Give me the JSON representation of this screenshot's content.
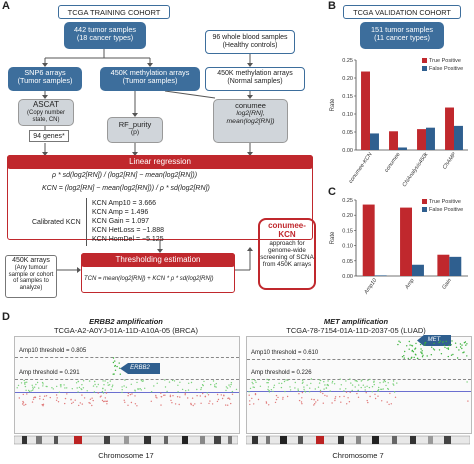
{
  "panels": {
    "A": "A",
    "B": "B",
    "C": "C",
    "D": "D"
  },
  "training": {
    "title": "TCGA TRAINING COHORT",
    "tumor_samples": "442 tumor samples",
    "cancer_types": "(18 cancer types)",
    "blood_samples": "96 whole blood samples",
    "healthy": "(Healthy controls)",
    "snp6": "SNP6 arrays",
    "snp6_sub": "(Tumor samples)",
    "meth450": "450K methylation arrays",
    "meth450_sub": "(Tumor samples)",
    "meth450n": "450K methylation arrays",
    "meth450n_sub": "(Normal samples)",
    "ascat": "ASCAT",
    "ascat_sub": "(Copy number state, CN)",
    "genes": "94 genes*",
    "rf": "RF_purity",
    "rf_sub": "(p)",
    "conumee": "conumee",
    "conumee_f1": "log2[RN],",
    "conumee_f2": "mean(log2[RN])",
    "lr_title": "Linear regression",
    "lr_eq1": "ρ * sd(log2[RN]) / (log2[RN] − mean(log2[RN]))",
    "lr_eq2": "KCN = (log2[RN] − mean(log2[RN])) / ρ * sd(log2[RN])",
    "calibrated": "Calibrated KCN",
    "k_amp10": "KCN Amp10 = 3.666",
    "k_amp": "KCN Amp = 1.496",
    "k_gain": "KCN Gain = 1.097",
    "k_hetloss": "KCN HetLoss = −1.888",
    "k_homdel": "KCN HomDel = −5.125",
    "arrays450": "450K arrays",
    "arrays450_sub": "(Any tumour sample or cohort of samples to analyze)",
    "thr_title": "Thresholding estimation",
    "thr_eq": "TCN = mean(log2[RN]) + KCN * ρ * sd(log2[RN])",
    "conumeek": "conumee-KCN",
    "conumeek_sub": "approach for genome-wide screening of SCNA from 450K arrays"
  },
  "validation": {
    "title": "TCGA VALIDATION COHORT",
    "tumor": "151 tumor samples",
    "types": "(11 cancer types)"
  },
  "chart_data": [
    {
      "type": "bar",
      "panel": "B",
      "ylabel": "Rate",
      "ylim": [
        0,
        0.25
      ],
      "yticks": [
        "0.00",
        "0.05",
        "0.10",
        "0.15",
        "0.20",
        "0.25"
      ],
      "categories": [
        "conumee-KCN",
        "conumee",
        "CNAnalysis450k",
        "ChAMP"
      ],
      "series": [
        {
          "name": "True Positive",
          "color": "#c0282d",
          "values": [
            0.218,
            0.052,
            0.058,
            0.118
          ]
        },
        {
          "name": "False Positive",
          "color": "#2f5f8f",
          "values": [
            0.046,
            0.007,
            0.062,
            0.067
          ]
        }
      ]
    },
    {
      "type": "bar",
      "panel": "C",
      "ylabel": "Rate",
      "ylim": [
        0,
        0.25
      ],
      "yticks": [
        "0.00",
        "0.05",
        "0.10",
        "0.15",
        "0.20",
        "0.25"
      ],
      "categories": [
        "Amp10",
        "Amp",
        "Gain"
      ],
      "series": [
        {
          "name": "True Positive",
          "color": "#c0282d",
          "values": [
            0.235,
            0.225,
            0.07
          ]
        },
        {
          "name": "False Positive",
          "color": "#2f5f8f",
          "values": [
            0.002,
            0.037,
            0.063
          ]
        }
      ]
    }
  ],
  "panelD": {
    "left": {
      "title": "ERBB2 amplification",
      "sample": "TCGA-A2-A0YJ-01A-11D-A10A-05 (BRCA)",
      "amp10": "Amp10 threshold = 0.805",
      "amp": "Amp threshold = 0.291",
      "gene": "ERBB2",
      "chrom": "Chromosome 17"
    },
    "right": {
      "title": "MET amplification",
      "sample": "TCGA-78-7154-01A-11D-2037-05 (LUAD)",
      "amp10": "Amp10 threshold = 0.610",
      "amp": "Amp threshold = 0.226",
      "gene": "MET",
      "chrom": "Chromosome 7"
    }
  },
  "colors": {
    "blue": "#3d6e9c",
    "red": "#c0282d",
    "grey": "#d0d5da"
  }
}
